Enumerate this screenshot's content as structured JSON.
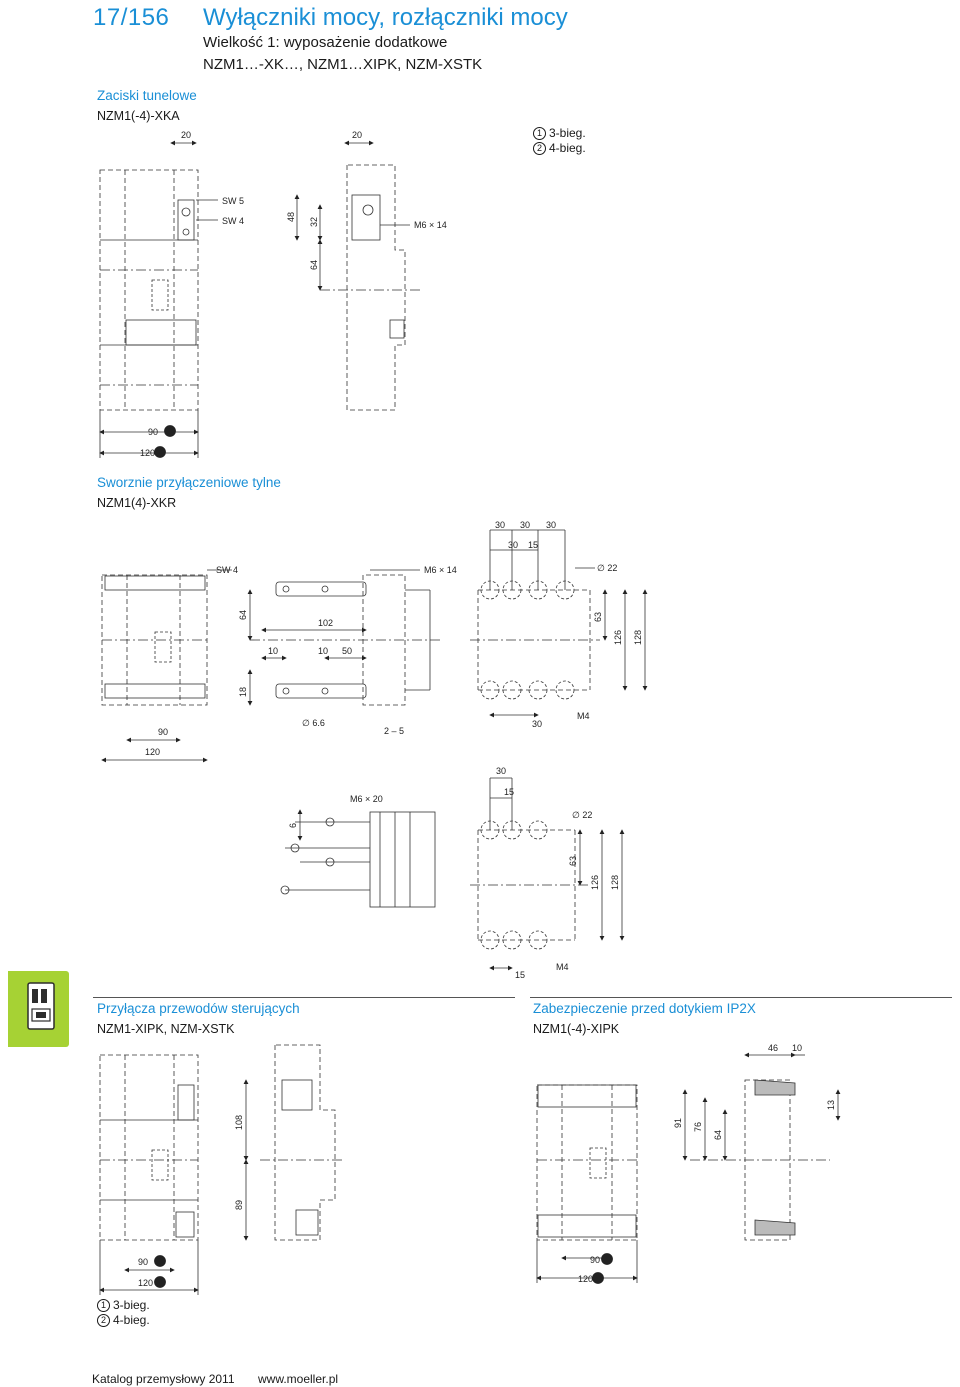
{
  "header": {
    "page_number": "17/156",
    "title": "Wyłączniki mocy, rozłączniki mocy",
    "subtitle_1": "Wielkość 1: wyposażenie dodatkowe",
    "subtitle_2": "NZM1…-XK…, NZM1…XIPK, NZM-XSTK"
  },
  "section_1": {
    "heading": "Zaciski tunelowe",
    "code": "NZM1(-4)-XKA",
    "legend": [
      {
        "mark": "1",
        "text": "3-bieg."
      },
      {
        "mark": "2",
        "text": "4-bieg."
      }
    ],
    "dims": {
      "top_left": "20",
      "top_mid": "20",
      "sw5": "SW 5",
      "sw4": "SW 4",
      "d48": "48",
      "d32": "32",
      "m6x14": "M6 × 14",
      "d64": "64",
      "w90": "90",
      "w120": "120",
      "m1": "1",
      "m2": "2"
    }
  },
  "section_2": {
    "heading": "Sworznie przyłączeniowe tylne",
    "code": "NZM1(4)-XKR",
    "dims": {
      "d30a": "30",
      "d30b": "30",
      "d30c": "30",
      "d30d": "30",
      "d15": "15",
      "sw4": "SW 4",
      "m6x14": "M6 × 14",
      "dia22": "∅ 22",
      "d64": "64",
      "d102": "102",
      "d63": "63",
      "d126": "126",
      "d128": "128",
      "d10a": "10",
      "d10b": "10",
      "d50": "50",
      "d18": "18",
      "dia66": "∅ 6.6",
      "range25": "2 – 5",
      "d30e": "30",
      "m4": "M4",
      "w90": "90",
      "w120": "120"
    },
    "lower_dims": {
      "d30": "30",
      "d15a": "15",
      "m6x20": "M6 × 20",
      "d6": "6",
      "dia22": "∅ 22",
      "d63": "63",
      "d126": "126",
      "d128": "128",
      "d15b": "15",
      "m4": "M4"
    }
  },
  "section_3": {
    "heading": "Przyłącza przewodów sterujących",
    "code": "NZM1-XIPK, NZM-XSTK",
    "dims": {
      "d108": "108",
      "d89": "89",
      "w90": "90",
      "w120": "120",
      "m1": "1",
      "m2": "2"
    },
    "legend": [
      {
        "mark": "1",
        "text": "3-bieg."
      },
      {
        "mark": "2",
        "text": "4-bieg."
      }
    ]
  },
  "section_4": {
    "heading": "Zabezpieczenie przed dotykiem IP2X",
    "code": "NZM1(-4)-XIPK",
    "dims": {
      "d46": "46",
      "d10": "10",
      "d91": "91",
      "d76": "76",
      "d64": "64",
      "d13": "13",
      "w90": "90",
      "w120": "120",
      "m1": "1",
      "m2": "2"
    }
  },
  "footer": {
    "catalog": "Katalog przemysłowy 2011",
    "url": "www.moeller.pl"
  },
  "colors": {
    "accent": "#1a8fd6",
    "tab": "#a6d234",
    "line": "#1a1a1a"
  },
  "icons": {
    "side_tab": "breaker-icon"
  }
}
